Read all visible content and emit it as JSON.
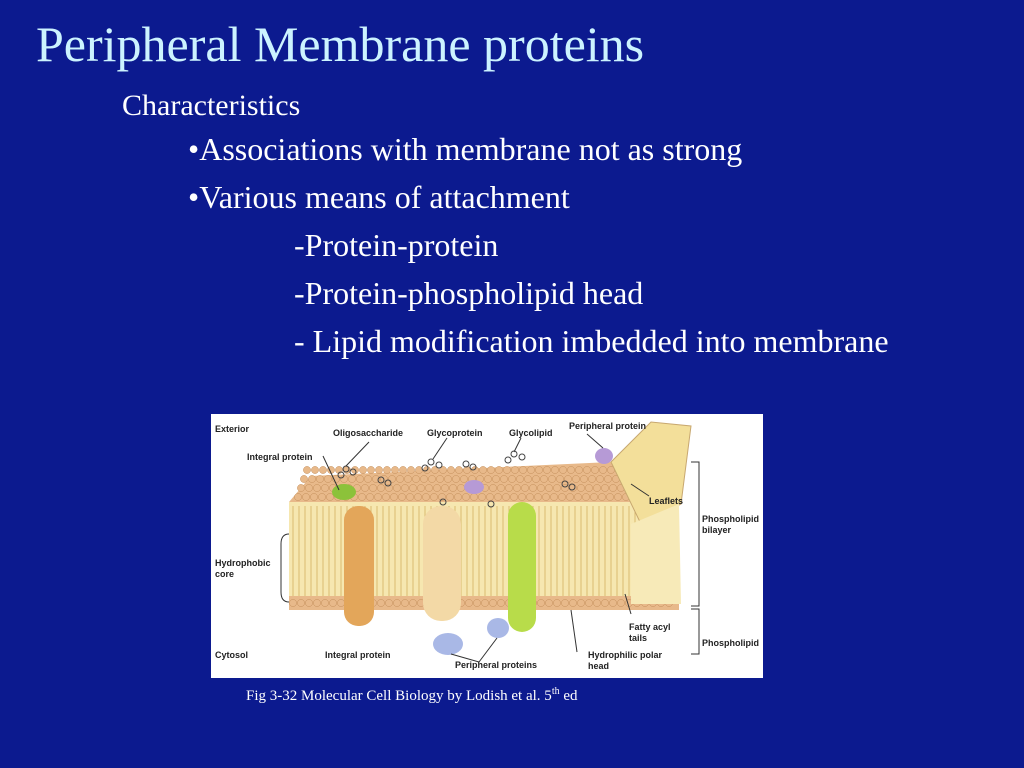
{
  "slide": {
    "title": "Peripheral Membrane proteins",
    "subtitle": "Characteristics",
    "bullets": [
      "•Associations with membrane not as strong",
      "•Various means of attachment"
    ],
    "sub_bullets": [
      "-Protein-protein",
      "-Protein-phospholipid head",
      "- Lipid modification imbedded into membrane"
    ],
    "caption_main": "Fig 3-32 Molecular Cell Biology by Lodish et al. 5",
    "caption_sup": "th",
    "caption_end": " ed"
  },
  "figure": {
    "labels": {
      "exterior": "Exterior",
      "oligosaccharide": "Oligosaccharide",
      "glycoprotein": "Glycoprotein",
      "glycolipid": "Glycolipid",
      "peripheral_protein": "Peripheral protein",
      "integral_protein_top": "Integral protein",
      "leaflets": "Leaflets",
      "phospholipid_bilayer_1": "Phospholipid",
      "phospholipid_bilayer_2": "bilayer",
      "hydrophobic_1": "Hydrophobic",
      "hydrophobic_2": "core",
      "fatty_acyl_1": "Fatty acyl",
      "fatty_acyl_2": "tails",
      "phospholipid": "Phospholipid",
      "cytosol": "Cytosol",
      "integral_protein_bottom": "Integral protein",
      "peripheral_proteins": "Peripheral proteins",
      "hydrophilic_1": "Hydrophilic polar",
      "hydrophilic_2": "head"
    },
    "colors": {
      "head": "#e8b98a",
      "tail": "#f3df9a",
      "integral": "#e3a65a",
      "glyco": "#f3d9a6",
      "green": "#b8dc4a",
      "peripheral": "#a9b8e6",
      "purple": "#b69ad6"
    }
  }
}
